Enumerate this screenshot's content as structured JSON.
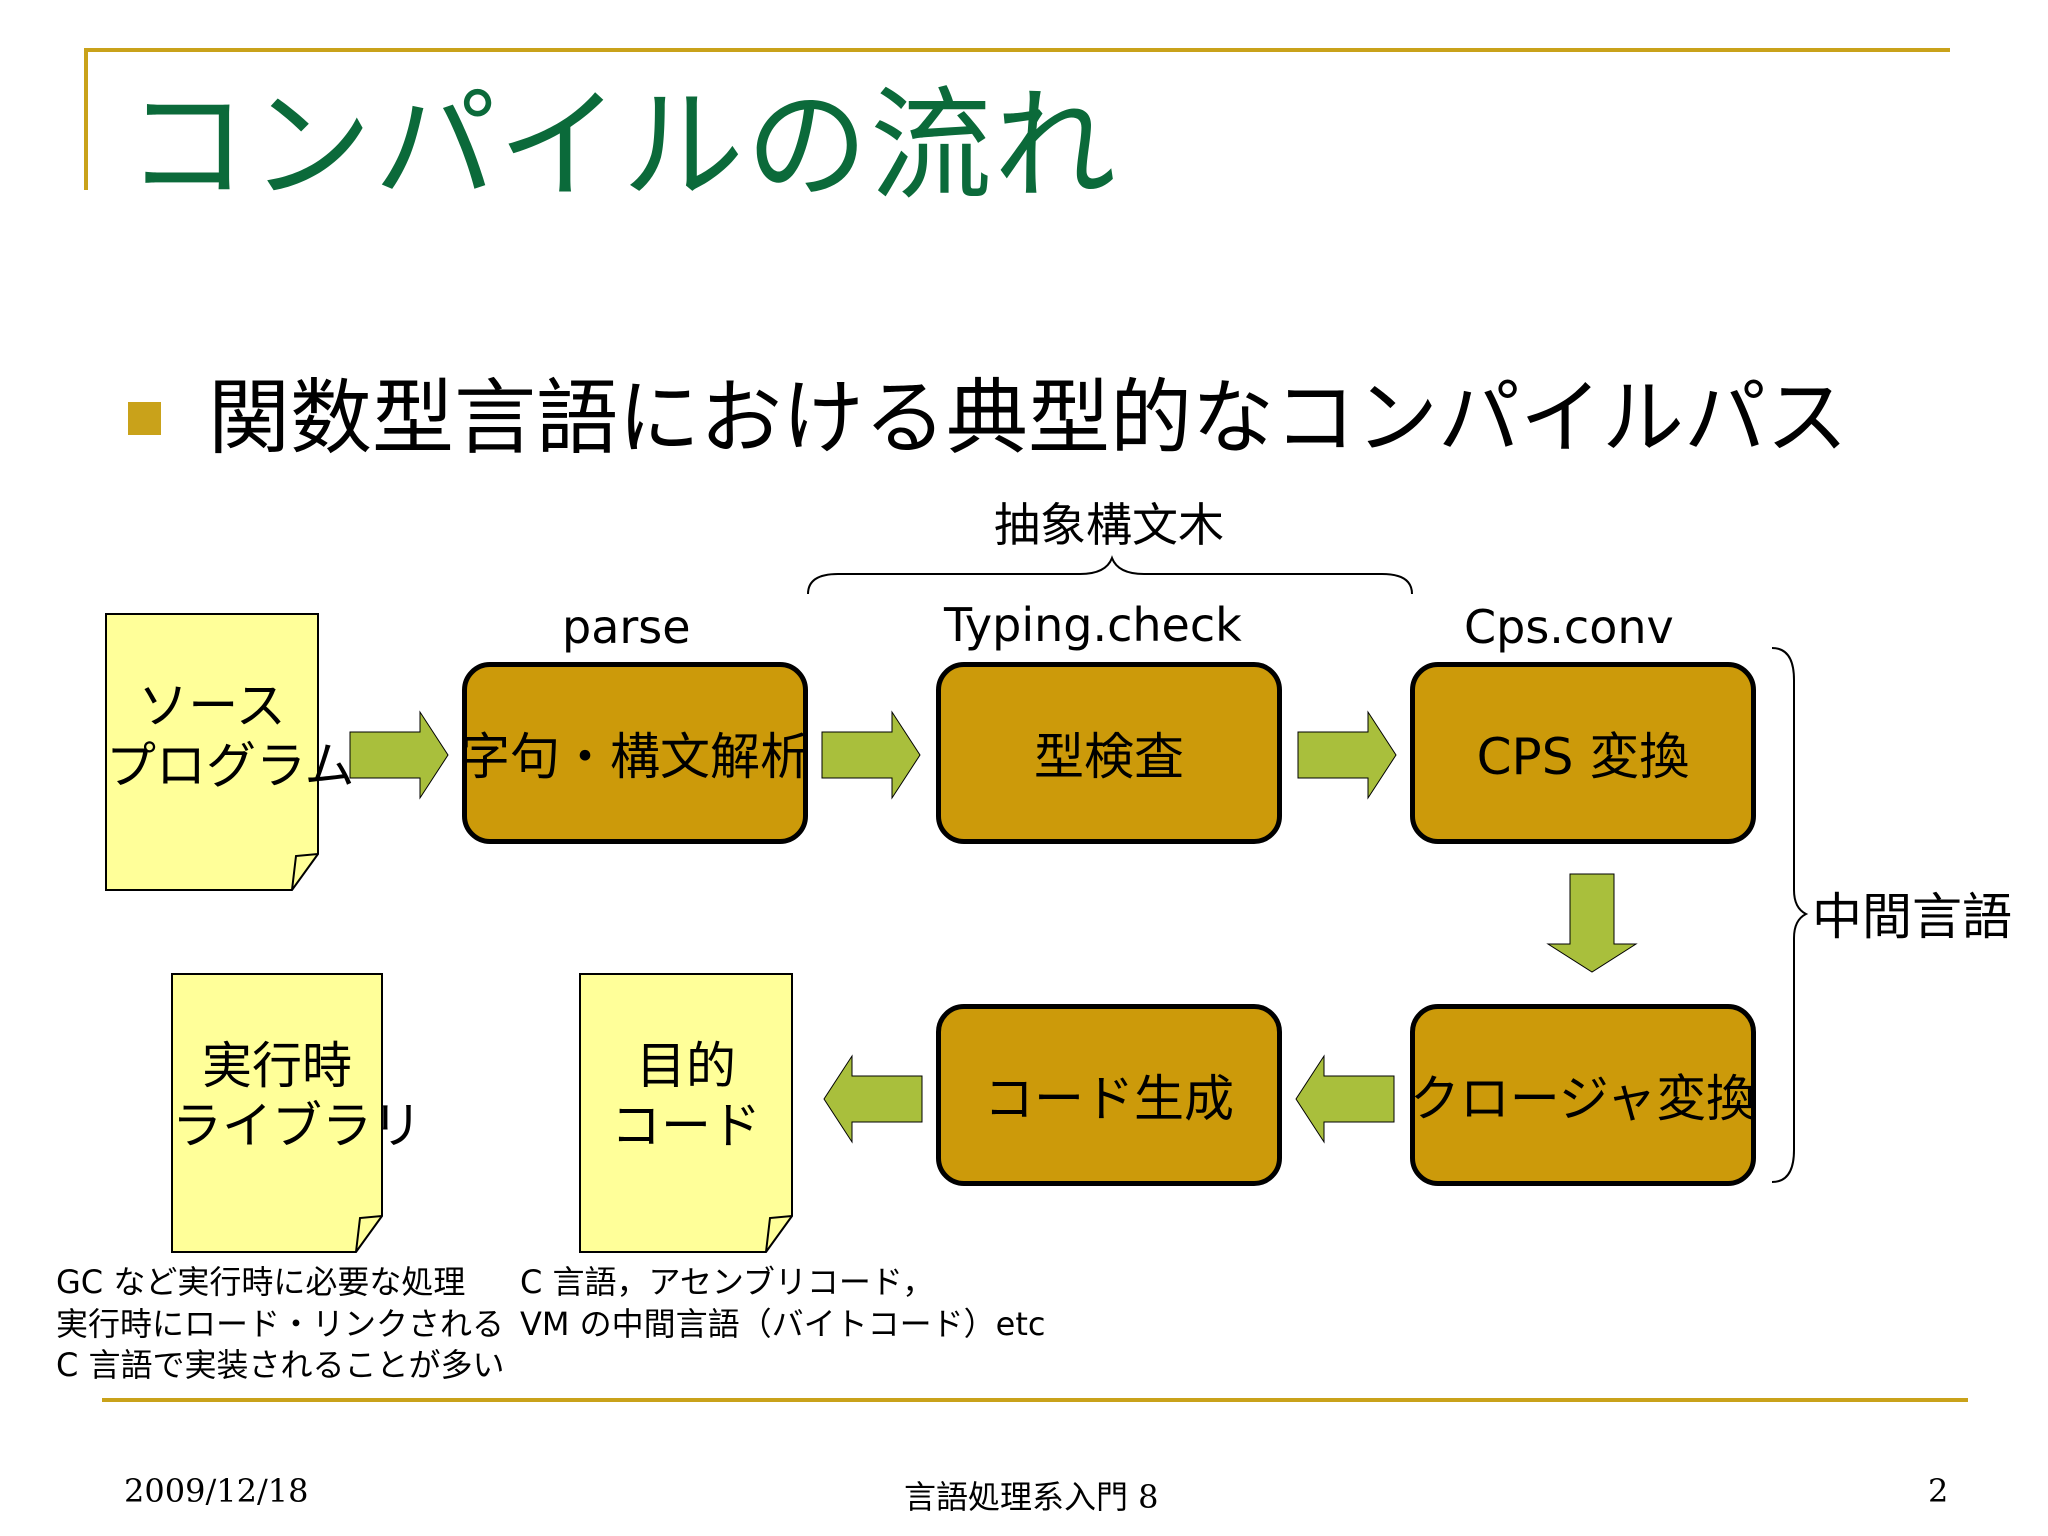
{
  "slide": {
    "title": "コンパイルの流れ",
    "bullet": "関数型言語における典型的なコンパイルパス"
  },
  "diagram": {
    "ast_label": "抽象構文木",
    "ir_label": "中間言語",
    "source_doc": {
      "line1": "ソース",
      "line2": "プログラム"
    },
    "runtime_doc": {
      "line1": "実行時",
      "line2": "ライブラリ"
    },
    "target_doc": {
      "line1": "目的",
      "line2": "コード"
    },
    "stages": {
      "parse": {
        "caption": "parse",
        "label": "字句・構文解析"
      },
      "typecheck": {
        "caption": "Typing.check",
        "label": "型検査"
      },
      "cps": {
        "caption": "Cps.conv",
        "label": "CPS 変換"
      },
      "closure": {
        "label": "クロージャ変換"
      },
      "codegen": {
        "label": "コード生成"
      }
    },
    "notes": {
      "runtime": [
        "GC など実行時に必要な処理",
        "実行時にロード・リンクされる",
        "C 言語で実装されることが多い"
      ],
      "target": [
        "C 言語，アセンブリコード，",
        "VM の中間言語（バイトコード）etc"
      ]
    }
  },
  "footer": {
    "date": "2009/12/18",
    "course": "言語処理系入門 8",
    "page": "2"
  },
  "colors": {
    "title": "#0b6a3a",
    "accent_line": "#c9a21a",
    "stage_fill": "#cc9a0a",
    "document_fill": "#ffff99",
    "arrow_fill": "#a9bf3c"
  }
}
